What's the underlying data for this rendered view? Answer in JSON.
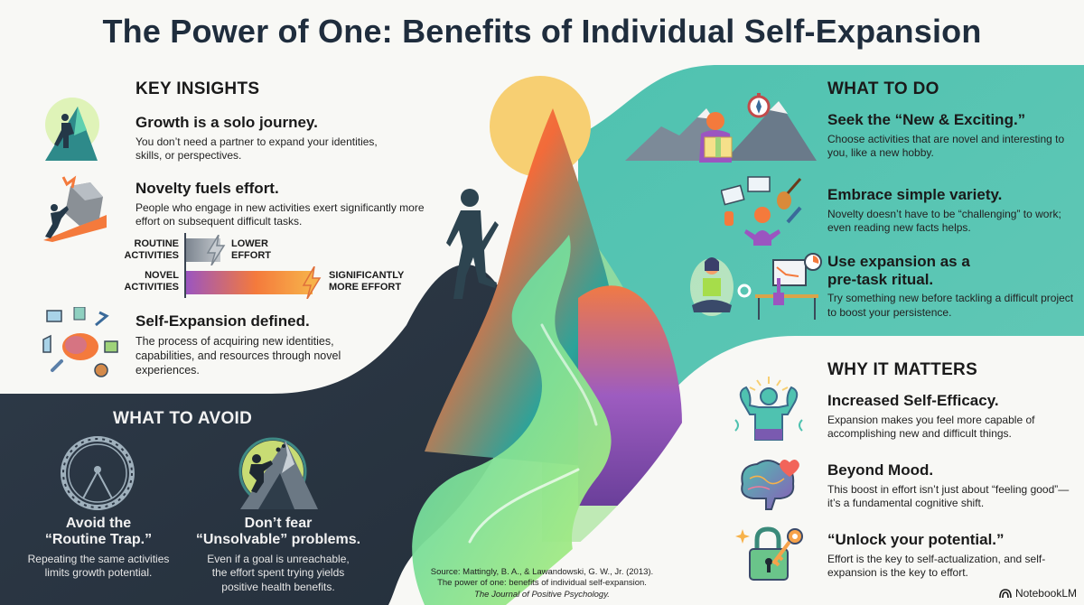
{
  "title": "The Power of One: Benefits of Individual Self-Expansion",
  "colors": {
    "title": "#1f2d3d",
    "dark_panel": "#2b3644",
    "teal_panel": "#5cc4b4",
    "path_green": "#8ee07a",
    "sun": "#f7cf72",
    "orange": "#f47a3c",
    "purple": "#9b59b6"
  },
  "key_insights": {
    "heading": "KEY INSIGHTS",
    "items": [
      {
        "icon": "climber-mountain-icon",
        "title": "Growth is a solo journey.",
        "desc": "You don’t need a partner to expand your identities, skills, or perspectives."
      },
      {
        "icon": "pushing-boulder-icon",
        "title": "Novelty fuels effort.",
        "desc": "People who engage in new activities exert significantly more effort on subsequent difficult tasks."
      },
      {
        "icon": "brain-skills-icon",
        "title": "Self-Expansion defined.",
        "desc": "The process of acquiring new identities, capabilities, and resources through novel experiences."
      }
    ],
    "effort_chart": {
      "rows": [
        {
          "label_line1": "ROUTINE",
          "label_line2": "ACTIVITIES",
          "out_line1": "LOWER",
          "out_line2": "EFFORT",
          "relative_effort": 1
        },
        {
          "label_line1": "NOVEL",
          "label_line2": "ACTIVITIES",
          "out_line1": "SIGNIFICANTLY",
          "out_line2": "MORE EFFORT",
          "relative_effort": 3
        }
      ]
    }
  },
  "what_to_avoid": {
    "heading": "WHAT TO AVOID",
    "items": [
      {
        "icon": "hamster-wheel-icon",
        "title_line1": "Avoid the",
        "title_line2": "“Routine Trap.”",
        "desc_line1": "Repeating the same activities",
        "desc_line2": "limits growth potential."
      },
      {
        "icon": "climbing-steep-mountain-icon",
        "title_line1": "Don’t fear",
        "title_line2": "“Unsolvable” problems.",
        "desc_line1": "Even if a goal is unreachable,",
        "desc_line2": "the effort spent trying yields",
        "desc_line3": "positive health benefits."
      }
    ]
  },
  "what_to_do": {
    "heading": "WHAT TO DO",
    "items": [
      {
        "icon": "explorer-map-icon",
        "title": "Seek the “New & Exciting.”",
        "desc": "Choose activities that are novel and interesting to you, like a new hobby."
      },
      {
        "icon": "juggling-hobbies-icon",
        "title": "Embrace simple variety.",
        "desc": "Novelty doesn’t have to be “challenging” to work; even reading new facts helps."
      },
      {
        "icon": "meditation-desk-icon",
        "title_line1": "Use expansion as a",
        "title_line2": "pre-task ritual.",
        "desc": "Try something new before tackling a difficult project to boost your persistence."
      }
    ]
  },
  "why_it_matters": {
    "heading": "WHY IT MATTERS",
    "items": [
      {
        "icon": "strong-person-icon",
        "title": "Increased Self-Efficacy.",
        "desc": "Expansion makes you feel more capable of accomplishing new and difficult things."
      },
      {
        "icon": "brain-heart-icon",
        "title": "Beyond Mood.",
        "desc": "This boost in effort isn’t just about “feeling good”—it’s a fundamental cognitive shift."
      },
      {
        "icon": "lock-key-icon",
        "title": "“Unlock your potential.”",
        "desc": "Effort is the key to self-actualization, and self-expansion is the key to effort."
      }
    ]
  },
  "source": {
    "line1": "Source: Mattingly, B. A., & Lawandowski, G. W., Jr. (2013).",
    "line2": "The power of one: benefits of individual self-expansion.",
    "line3": "The Journal of Positive Psychology."
  },
  "brand": {
    "label": "NotebookLM",
    "icon": "notebooklm-logo-icon"
  }
}
